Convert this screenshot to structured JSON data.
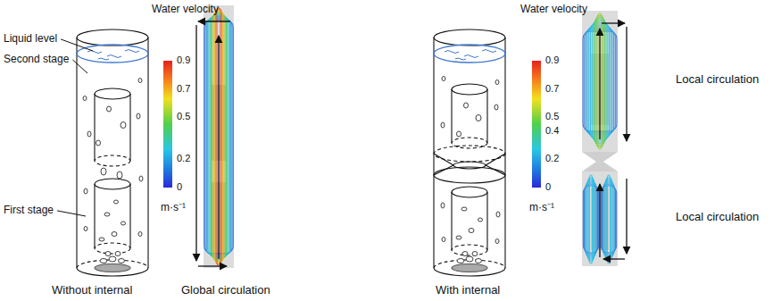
{
  "diagram": {
    "labels": [
      "Liquid level",
      "Second stage",
      "First stage",
      "Water velocity",
      "0.9",
      "0.7",
      "0.5",
      "0.2",
      "0",
      "m·s⁻¹",
      "Without internal",
      "Global circulation",
      "Water velocity",
      "0.9",
      "0.7",
      "0.5",
      "0.4",
      "0.2",
      "0",
      "m·s⁻¹",
      "With internal",
      "Local circulation",
      "Local circulation"
    ]
  }
}
